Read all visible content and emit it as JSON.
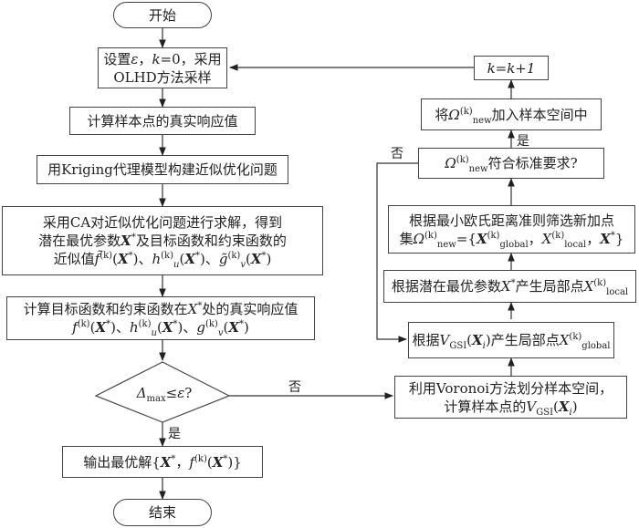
{
  "flowchart": {
    "start": "开始",
    "end": "结束",
    "init": {
      "line1_prefix": "设置",
      "line1_eps": "ε",
      "line1_mid": "，",
      "line1_k": "k",
      "line1_eq": "=0，采用",
      "line2": "OLHD方法采样"
    },
    "compute_samples": "计算样本点的真实响应值",
    "kriging": "用Kriging代理模型构建近似优化问题",
    "ca_solve": {
      "line1": "采用CA对近似优化问题进行求解，得到",
      "line2_prefix": "潜在最优参数",
      "line2_suffix": "及目标函数和约束函数的",
      "line3_prefix": "近似值",
      "x_sym": "X",
      "star": "*",
      "f_sym": "f̃",
      "h_sym": "h",
      "g_sym": "g̃",
      "k_sup": "(k)",
      "u_sub": "u",
      "v_sub": "v",
      "sep": "、"
    },
    "true_eval": {
      "line1_prefix": "计算目标函数和约束函数在",
      "line1_suffix": "处的真实响应值",
      "f_sym": "f",
      "h_sym": "h",
      "g_sym": "g"
    },
    "decision": {
      "delta": "Δ",
      "delta_sub": "max",
      "op": "≤",
      "eps": "ε",
      "q": "?"
    },
    "output": {
      "prefix": "输出最优解{",
      "comma": "，",
      "suffix": "}"
    },
    "k_increment": "k=k+1",
    "add_sample": {
      "prefix": "将",
      "omega": "Ω",
      "sub": "new",
      "sup": "(k)",
      "suffix": "加入样本空间中"
    },
    "check_criteria": {
      "omega": "Ω",
      "sub": "new",
      "sup": "(k)",
      "suffix": "符合标准要求?"
    },
    "select_points": {
      "line1": "根据最小欧氏距离准则筛选新加点",
      "line2_prefix": "集",
      "omega": "Ω",
      "sub_new": "new",
      "sup_k": "(k)",
      "eq": "={",
      "x_sym": "X",
      "sub_global": "global",
      "sub_local": "local",
      "comma": "，",
      "star": "*",
      "close": "}"
    },
    "local_points": {
      "prefix": "根据潜在最优参数",
      "x_sym": "X",
      "star": "*",
      "mid": "产生局部点",
      "sub_local": "local",
      "sup_k": "(k)"
    },
    "global_points": {
      "prefix": "根据",
      "v_sym": "V",
      "v_sub": "GSI",
      "x_sym": "X",
      "x_sub": "i",
      "mid": "产生局部点",
      "sub_global": "global",
      "sup_k": "(k)"
    },
    "voronoi": {
      "line1": "利用Voronoi方法划分样本空间，",
      "line2_prefix": "计算样本点的",
      "v_sym": "V",
      "v_sub": "GSI",
      "x_sym": "X",
      "x_sub": "i"
    },
    "labels": {
      "yes": "是",
      "no": "否"
    }
  }
}
